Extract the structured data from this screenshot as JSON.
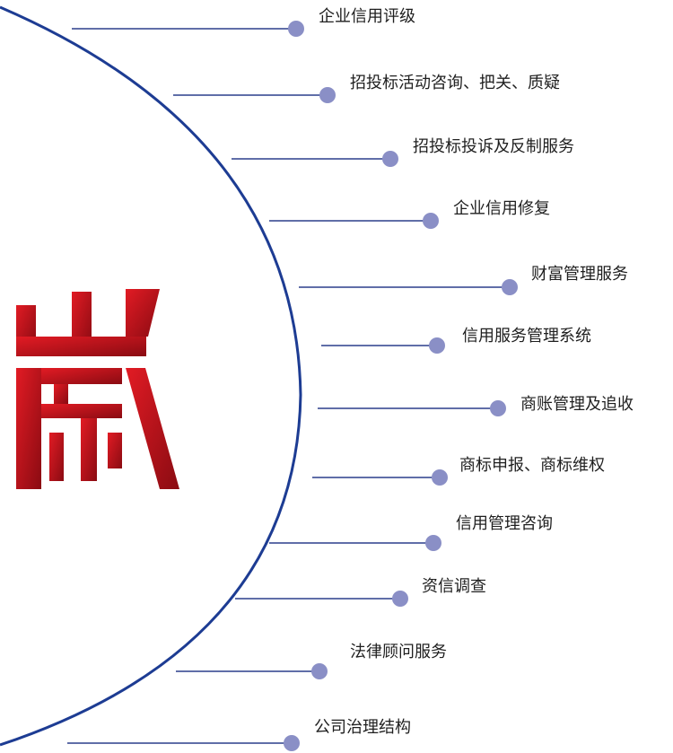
{
  "colors": {
    "arc": "#1d3c93",
    "connector": "#2b3f8c",
    "dot": "#8a8fc6",
    "logo_red": "#c8141d",
    "logo_dark": "#7a0a10",
    "text": "#1f1f1f"
  },
  "logo": {
    "icon": "red-emblem-logo-fragment"
  },
  "services": [
    {
      "label": "企业信用评级"
    },
    {
      "label": "招投标活动咨询、把关、质疑"
    },
    {
      "label": "招投标投诉及反制服务"
    },
    {
      "label": "企业信用修复"
    },
    {
      "label": "财富管理服务"
    },
    {
      "label": "信用服务管理系统"
    },
    {
      "label": "商账管理及追收"
    },
    {
      "label": "商标申报、商标维权"
    },
    {
      "label": "信用管理咨询"
    },
    {
      "label": "资信调查"
    },
    {
      "label": "法律顾问服务"
    },
    {
      "label": "公司治理结构"
    }
  ]
}
